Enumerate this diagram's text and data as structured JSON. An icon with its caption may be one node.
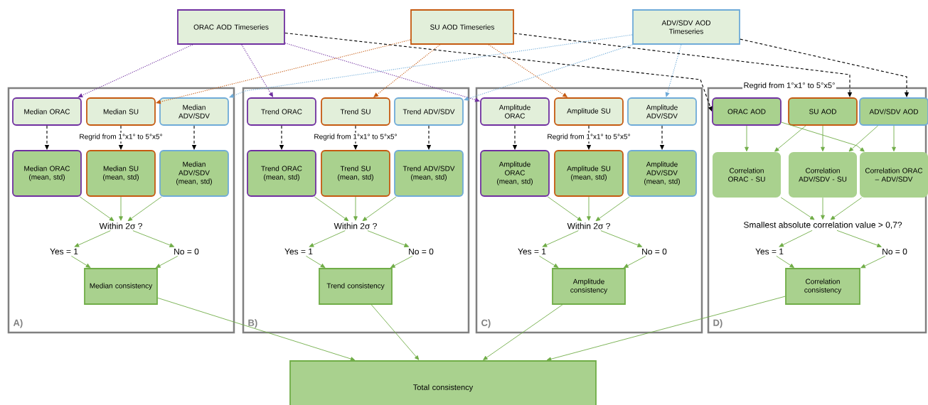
{
  "diagram": {
    "nodes": [
      {
        "text": [
          "ORAC AOD Timeseries"
        ]
      },
      {
        "text": [
          "SU AOD Timeseries"
        ]
      },
      {
        "text": [
          "ADV/SDV AOD Timeseries"
        ]
      },
      {
        "text": [
          "A)"
        ]
      },
      {
        "text": [
          "B)"
        ]
      },
      {
        "text": [
          "C)"
        ]
      },
      {
        "text": [
          "D)"
        ]
      },
      {
        "text": [
          "Median ORAC"
        ],
        "in": 3
      },
      {
        "text": [
          "Median SU"
        ],
        "in": 3
      },
      {
        "text": [
          "Median ADV/SDV"
        ],
        "in": 3
      },
      {
        "text": [
          "Median ORAC (mean, std)"
        ],
        "in": 3
      },
      {
        "text": [
          "Median SU (mean, std)"
        ],
        "in": 3
      },
      {
        "text": [
          "Median ADV/SDV (mean, std)"
        ],
        "in": 3
      },
      {
        "text": [
          "Within 2σ ?"
        ],
        "in": 3
      },
      {
        "text": [
          "Yes = 1"
        ],
        "in": 3
      },
      {
        "text": [
          "No = 0"
        ],
        "in": 3
      },
      {
        "text": [
          "Median consistency"
        ],
        "in": 3
      },
      {
        "text": [
          "Trend ORAC"
        ],
        "in": 4
      },
      {
        "text": [
          "Trend SU"
        ],
        "in": 4
      },
      {
        "text": [
          "Trend ADV/SDV"
        ],
        "in": 4
      },
      {
        "text": [
          "Trend ORAC (mean, std)"
        ],
        "in": 4
      },
      {
        "text": [
          "Trend SU (mean, std)"
        ],
        "in": 4
      },
      {
        "text": [
          "Trend ADV/SDV (mean, std)"
        ],
        "in": 4
      },
      {
        "text": [
          "Within 2σ ?"
        ],
        "in": 4
      },
      {
        "text": [
          "Yes = 1"
        ],
        "in": 4
      },
      {
        "text": [
          "No = 0"
        ],
        "in": 4
      },
      {
        "text": [
          "Trend consistency"
        ],
        "in": 4
      },
      {
        "text": [
          "Amplitude ORAC"
        ],
        "in": 5
      },
      {
        "text": [
          "Amplitude SU"
        ],
        "in": 5
      },
      {
        "text": [
          "Amplitude ADV/SDV"
        ],
        "in": 5
      },
      {
        "text": [
          "Amplitude ORAC (mean, std)"
        ],
        "in": 5
      },
      {
        "text": [
          "Amplitude SU (mean, std)"
        ],
        "in": 5
      },
      {
        "text": [
          "Amplitude ADV/SDV (mean, std)"
        ],
        "in": 5
      },
      {
        "text": [
          "Within 2σ ?"
        ],
        "in": 5
      },
      {
        "text": [
          "Yes = 1"
        ],
        "in": 5
      },
      {
        "text": [
          "No = 0"
        ],
        "in": 5
      },
      {
        "text": [
          "Amplitude consistency"
        ],
        "in": 5
      },
      {
        "text": [
          "ORAC AOD"
        ],
        "in": 6
      },
      {
        "text": [
          "SU AOD"
        ],
        "in": 6
      },
      {
        "text": [
          "ADV/SDV AOD"
        ],
        "in": 6
      },
      {
        "text": [
          "Correlation ORAC - SU"
        ],
        "in": 6
      },
      {
        "text": [
          "Correlation ADV/SDV - SU"
        ],
        "in": 6
      },
      {
        "text": [
          "Correlation ORAC – ADV/SDV"
        ],
        "in": 6
      },
      {
        "text": [
          "Smallest absolute correlation value > 0,7?"
        ],
        "in": 6
      },
      {
        "text": [
          "Yes = 1"
        ],
        "in": 6
      },
      {
        "text": [
          "No = 0"
        ],
        "in": 6
      },
      {
        "text": [
          "Correlation consistency"
        ],
        "in": 6
      },
      {
        "text": [
          "Total consistency"
        ]
      }
    ],
    "edges": [
      {
        "from": 0,
        "to": 7,
        "arrow": "to",
        "style": "dashed",
        "color": "#7030a0"
      },
      {
        "from": 0,
        "to": 17,
        "arrow": "to",
        "style": "dashed",
        "color": "#7030a0"
      },
      {
        "from": 0,
        "to": 27,
        "arrow": "to",
        "style": "dashed",
        "color": "#7030a0"
      },
      {
        "from": 0,
        "to": 37,
        "arrow": "to",
        "style": "dashed",
        "color": "#000000"
      },
      {
        "from": 1,
        "to": 8,
        "arrow": "to",
        "style": "dashed",
        "color": "#c55a11"
      },
      {
        "from": 1,
        "to": 18,
        "arrow": "to",
        "style": "dashed",
        "color": "#c55a11"
      },
      {
        "from": 1,
        "to": 28,
        "arrow": "to",
        "style": "dashed",
        "color": "#c55a11"
      },
      {
        "from": 1,
        "to": 38,
        "arrow": "to",
        "style": "dashed",
        "color": "#000000"
      },
      {
        "from": 2,
        "to": 9,
        "arrow": "to",
        "style": "dashed",
        "color": "#6fabd8"
      },
      {
        "from": 2,
        "to": 19,
        "arrow": "to",
        "style": "dashed",
        "color": "#6fabd8"
      },
      {
        "from": 2,
        "to": 29,
        "arrow": "to",
        "style": "dashed",
        "color": "#6fabd8"
      },
      {
        "from": 2,
        "to": 39,
        "arrow": "to",
        "style": "dashed",
        "color": "#000000"
      },
      {
        "from": 7,
        "to": 10,
        "arrow": "to",
        "style": "dashed",
        "color": "#000000"
      },
      {
        "from": 8,
        "to": 11,
        "arrow": "to",
        "style": "dashed",
        "color": "#000000"
      },
      {
        "from": 9,
        "to": 12,
        "arrow": "to",
        "style": "dashed",
        "color": "#000000"
      },
      {
        "from": 10,
        "to": 13,
        "arrow": "to"
      },
      {
        "from": 11,
        "to": 13,
        "arrow": "to"
      },
      {
        "from": 12,
        "to": 13,
        "arrow": "to"
      },
      {
        "from": 13,
        "to": 14,
        "arrow": "to"
      },
      {
        "from": 13,
        "to": 15,
        "arrow": "to"
      },
      {
        "from": 14,
        "to": 16,
        "arrow": "to"
      },
      {
        "from": 15,
        "to": 16,
        "arrow": "to"
      },
      {
        "from": 17,
        "to": 20,
        "arrow": "to",
        "style": "dashed",
        "color": "#000000"
      },
      {
        "from": 18,
        "to": 21,
        "arrow": "to",
        "style": "dashed",
        "color": "#000000"
      },
      {
        "from": 19,
        "to": 22,
        "arrow": "to",
        "style": "dashed",
        "color": "#000000"
      },
      {
        "from": 20,
        "to": 23,
        "arrow": "to"
      },
      {
        "from": 21,
        "to": 23,
        "arrow": "to"
      },
      {
        "from": 22,
        "to": 23,
        "arrow": "to"
      },
      {
        "from": 23,
        "to": 24,
        "arrow": "to"
      },
      {
        "from": 23,
        "to": 25,
        "arrow": "to"
      },
      {
        "from": 24,
        "to": 26,
        "arrow": "to"
      },
      {
        "from": 25,
        "to": 26,
        "arrow": "to"
      },
      {
        "from": 27,
        "to": 30,
        "arrow": "to",
        "style": "dashed",
        "color": "#000000"
      },
      {
        "from": 28,
        "to": 31,
        "arrow": "to",
        "style": "dashed",
        "color": "#000000"
      },
      {
        "from": 29,
        "to": 32,
        "arrow": "to",
        "style": "dashed",
        "color": "#000000"
      },
      {
        "from": 30,
        "to": 33,
        "arrow": "to"
      },
      {
        "from": 31,
        "to": 33,
        "arrow": "to"
      },
      {
        "from": 32,
        "to": 33,
        "arrow": "to"
      },
      {
        "from": 33,
        "to": 34,
        "arrow": "to"
      },
      {
        "from": 33,
        "to": 35,
        "arrow": "to"
      },
      {
        "from": 34,
        "to": 36,
        "arrow": "to"
      },
      {
        "from": 35,
        "to": 36,
        "arrow": "to"
      },
      {
        "from": 37,
        "to": 40,
        "arrow": "to"
      },
      {
        "from": 37,
        "to": 42,
        "arrow": "to"
      },
      {
        "from": 38,
        "to": 40,
        "arrow": "to"
      },
      {
        "from": 38,
        "to": 41,
        "arrow": "to"
      },
      {
        "from": 39,
        "to": 41,
        "arrow": "to"
      },
      {
        "from": 39,
        "to": 42,
        "arrow": "to"
      },
      {
        "from": 40,
        "to": 43,
        "arrow": "to"
      },
      {
        "from": 41,
        "to": 43,
        "arrow": "to"
      },
      {
        "from": 42,
        "to": 43,
        "arrow": "to"
      },
      {
        "from": 43,
        "to": 44,
        "arrow": "to"
      },
      {
        "from": 43,
        "to": 45,
        "arrow": "to"
      },
      {
        "from": 44,
        "to": 46,
        "arrow": "to"
      },
      {
        "from": 45,
        "to": 46,
        "arrow": "to"
      },
      {
        "from": 16,
        "to": 47,
        "arrow": "to"
      },
      {
        "from": 26,
        "to": 47,
        "arrow": "to"
      },
      {
        "from": 36,
        "to": 47,
        "arrow": "to"
      },
      {
        "from": 46,
        "to": 47,
        "arrow": "to"
      }
    ],
    "labels": [
      "Regrid from  1°x1° to 5°x5°",
      "Regrid from  1°x1° to 5°x5°",
      "Regrid from  1°x1° to 5°x5°",
      "Regrid from  1°x1° to 5°x5°"
    ]
  }
}
